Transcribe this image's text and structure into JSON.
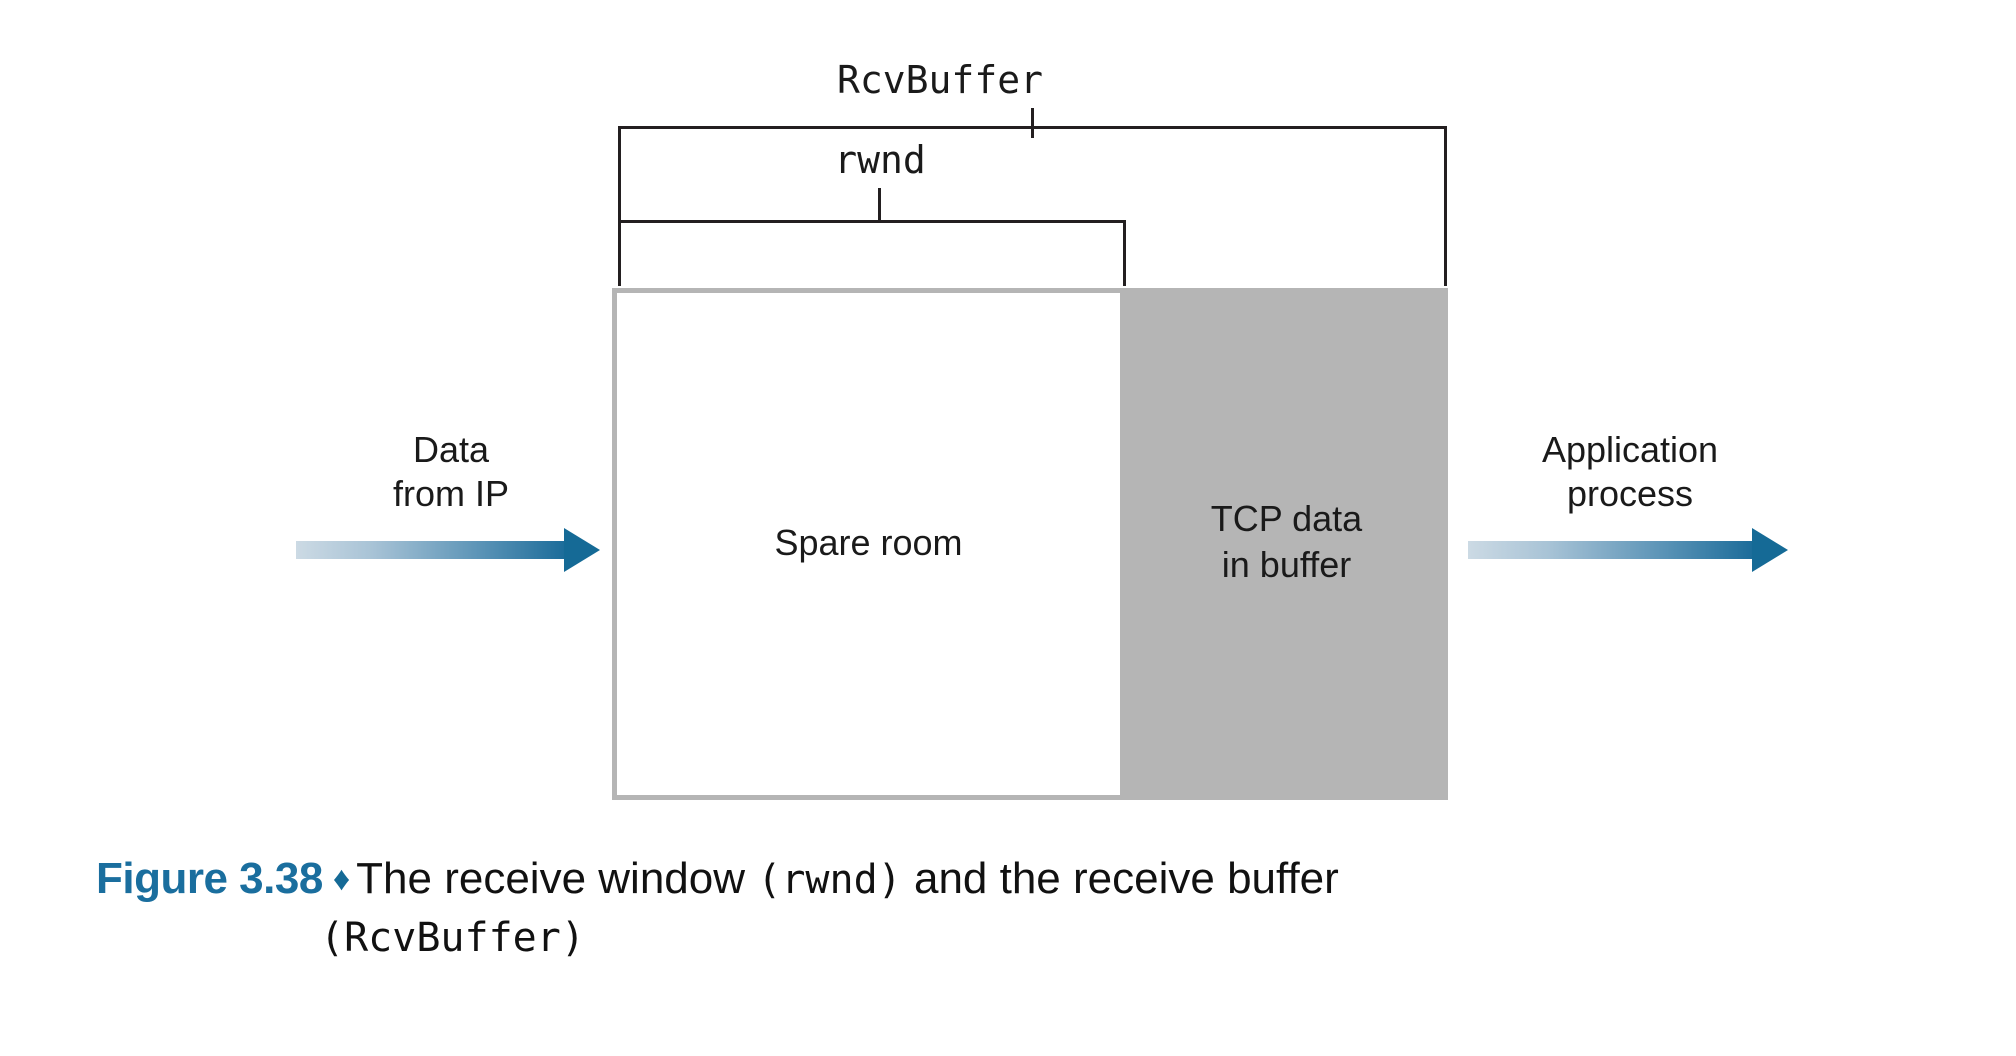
{
  "figure": {
    "annotations": {
      "outer_label": "RcvBuffer",
      "inner_label": "rwnd"
    },
    "buffer": {
      "spare_room_label": "Spare room",
      "tcp_data_label": "TCP data\nin buffer",
      "spare_room_color": "#ffffff",
      "tcp_data_color": "#b5b5b5",
      "border_color": "#b5b5b5"
    },
    "arrows": {
      "left": {
        "label": "Data\nfrom IP",
        "direction": "right",
        "gradient_start": "#ccdae4",
        "gradient_end": "#1a6b99",
        "head_color": "#156a96"
      },
      "right": {
        "label": "Application\nprocess",
        "direction": "right",
        "gradient_start": "#ccdae4",
        "gradient_end": "#1a6b99",
        "head_color": "#156a96"
      }
    },
    "caption": {
      "number": "Figure 3.38",
      "diamond": "♦",
      "text_part1": "The receive window ",
      "mono1": "(rwnd)",
      "text_part2": " and the receive buffer",
      "mono2": "(RcvBuffer)",
      "number_color": "#1a6e9e",
      "diamond_color": "#156a96"
    }
  }
}
